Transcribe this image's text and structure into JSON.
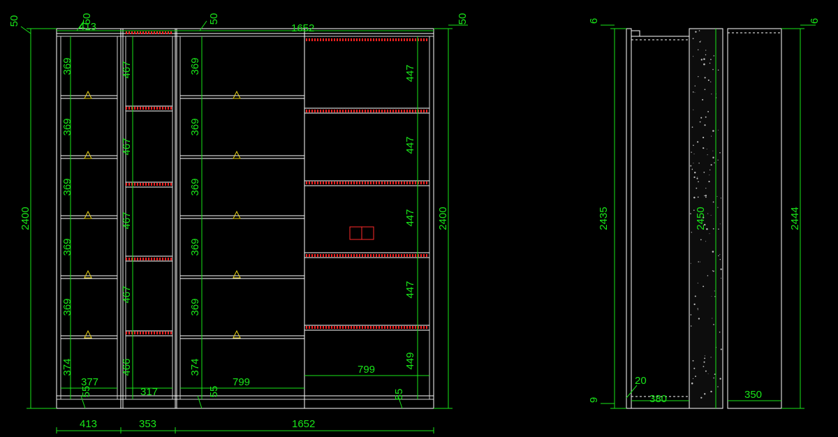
{
  "front_view": {
    "overall_height": "2400",
    "overall_height_right": "2400",
    "top_offset_left": "50",
    "top_offset_right": "50",
    "top_widths": [
      "413",
      "1652"
    ],
    "top_small": [
      "50",
      "50"
    ],
    "col1_heights": [
      "369",
      "369",
      "369",
      "369",
      "369",
      "374"
    ],
    "col2_heights": [
      "467",
      "467",
      "467",
      "467",
      "466"
    ],
    "col3_heights": [
      "369",
      "369",
      "369",
      "369",
      "369",
      "374"
    ],
    "col4_heights": [
      "447",
      "447",
      "447",
      "447",
      "449"
    ],
    "inner_widths": [
      "377",
      "317",
      "799",
      "799"
    ],
    "base_heights": [
      "55",
      "55",
      "55"
    ],
    "bottom_widths": [
      "413",
      "353",
      "1652"
    ]
  },
  "side_view": {
    "left_height": "2435",
    "top_left": "6",
    "bottom_left": "9",
    "thickness": "20",
    "depth": "380",
    "wall_height": "2450",
    "right_height": "2444",
    "top_right": "6",
    "right_depth": "350"
  },
  "colors": {
    "background": "#000000",
    "lines": "#ffffff",
    "dimensions": "#19e619",
    "shelf_marks": "#ff2020",
    "triangles": "#e8d21a"
  }
}
